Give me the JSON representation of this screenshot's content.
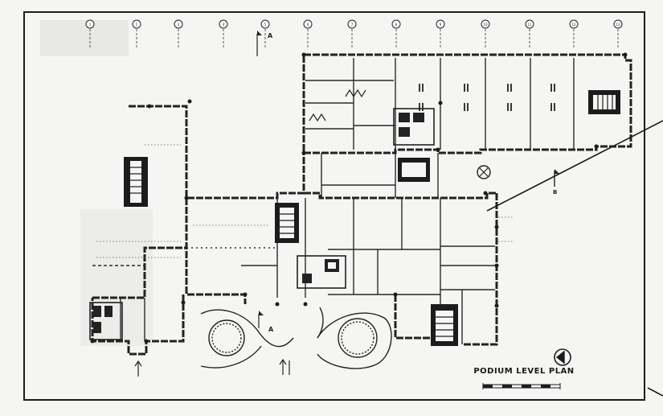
{
  "plan": {
    "title": "PODIUM LEVEL PLAN",
    "section_marker_a": "A",
    "section_marker_b": "B",
    "grid_labels": [
      "1",
      "2",
      "3",
      "4",
      "5",
      "6",
      "7",
      "8",
      "9",
      "10",
      "11",
      "12",
      "13"
    ]
  },
  "colors": {
    "ink": "#1c1c1c",
    "paper": "#f5f5f3",
    "wall": "#222222"
  }
}
